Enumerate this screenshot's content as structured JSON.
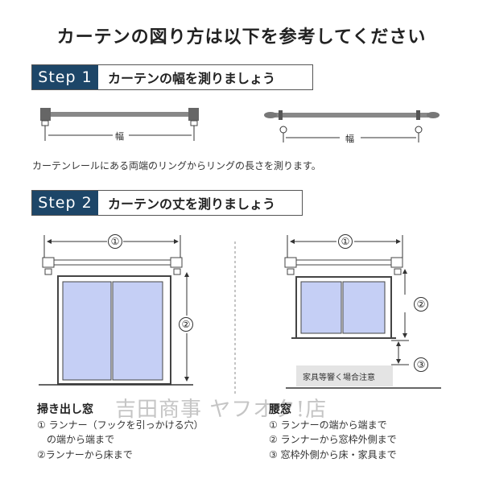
{
  "title": "カーテンの図り方は以下を参考してください",
  "step1": {
    "label": "Step 1",
    "text": "カーテンの幅を測りましょう",
    "width_label_left": "幅",
    "width_label_right": "幅",
    "description": "カーテンレールにある両端のリングからリングの長さを測ります。"
  },
  "step2": {
    "label": "Step 2",
    "text": "カーテンの丈を測りましょう",
    "marks": {
      "one": "①",
      "two": "②",
      "three": "③"
    },
    "furniture_note": "家具等響く場合注意",
    "left_section": {
      "title": "掃き出し窓",
      "lines": [
        "① ランナー（フックを引っかける穴）",
        "　の端から端まで",
        "②ランナーから床まで"
      ]
    },
    "right_section": {
      "title": "腰窓",
      "lines": [
        "① ランナーの端から端まで",
        "② ランナーから窓枠外側まで",
        "③ 窓枠外側から床・家具まで"
      ]
    }
  },
  "watermark": "吉田商事 ヤフオク!店",
  "colors": {
    "step_label_bg": "#1d4668",
    "window_glass": "#c5cff5",
    "divider": "#888888"
  }
}
